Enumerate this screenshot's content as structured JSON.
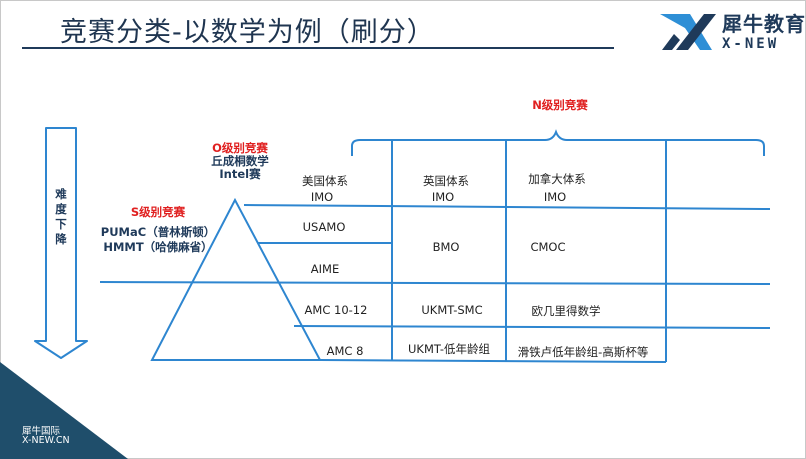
{
  "title": "竞赛分类-以数学为例（刷分）",
  "logo": {
    "cn": "犀牛教育",
    "en": "X-NEW"
  },
  "corner": {
    "cn": "犀牛国际",
    "en": "X-NEW.CN"
  },
  "difficulty_label": "难度下降",
  "levels": {
    "n": {
      "label": "N级别竞赛"
    },
    "o": {
      "label": "O级别竞赛",
      "line1": "丘成桐数学",
      "line2": "Intel赛"
    },
    "s": {
      "label": "S级别竞赛",
      "line1": "PUMaC（普林斯顿）",
      "line2": "HMMT（哈佛麻省）"
    }
  },
  "table": {
    "us": {
      "header": "美国体系",
      "imo": "IMO",
      "usamo": "USAMO",
      "aime": "AIME",
      "amc1012": "AMC 10-12",
      "amc8": "AMC 8"
    },
    "uk": {
      "header": "英国体系",
      "imo": "IMO",
      "bmo": "BMO",
      "ukmt_smc": "UKMT-SMC",
      "ukmt_junior": "UKMT-低年龄组"
    },
    "ca": {
      "header": "加拿大体系",
      "imo": "IMO",
      "cmoc": "CMOC",
      "euclid": "欧几里得数学",
      "junior": "滑铁卢低年龄组-高斯杯等"
    }
  },
  "colors": {
    "line": "#2e86d0",
    "navy": "#1f3a5a",
    "red": "#e02020",
    "corner": "#1f4e6b"
  }
}
